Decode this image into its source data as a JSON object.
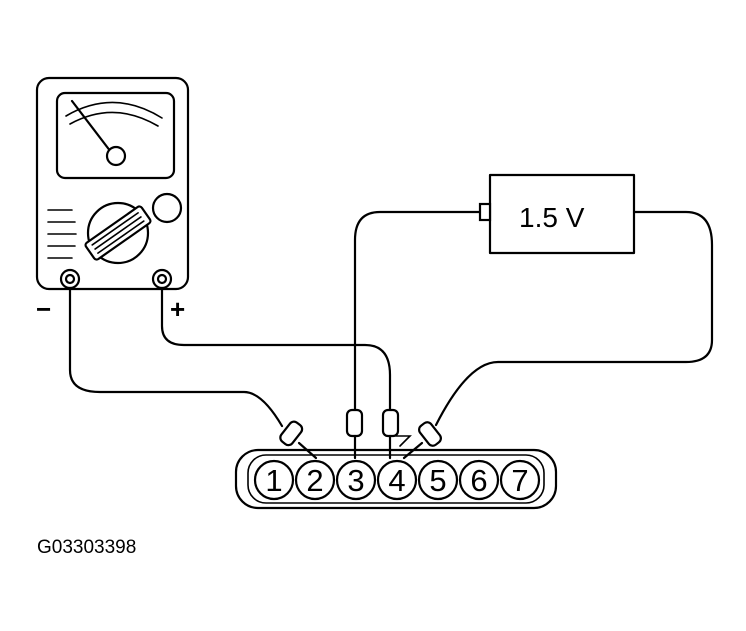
{
  "battery": {
    "label": "1.5 V"
  },
  "meter": {
    "negative_label": "−",
    "positive_label": "+"
  },
  "connector": {
    "pins": [
      "1",
      "2",
      "3",
      "4",
      "5",
      "6",
      "7"
    ]
  },
  "figure_code": "G03303398"
}
